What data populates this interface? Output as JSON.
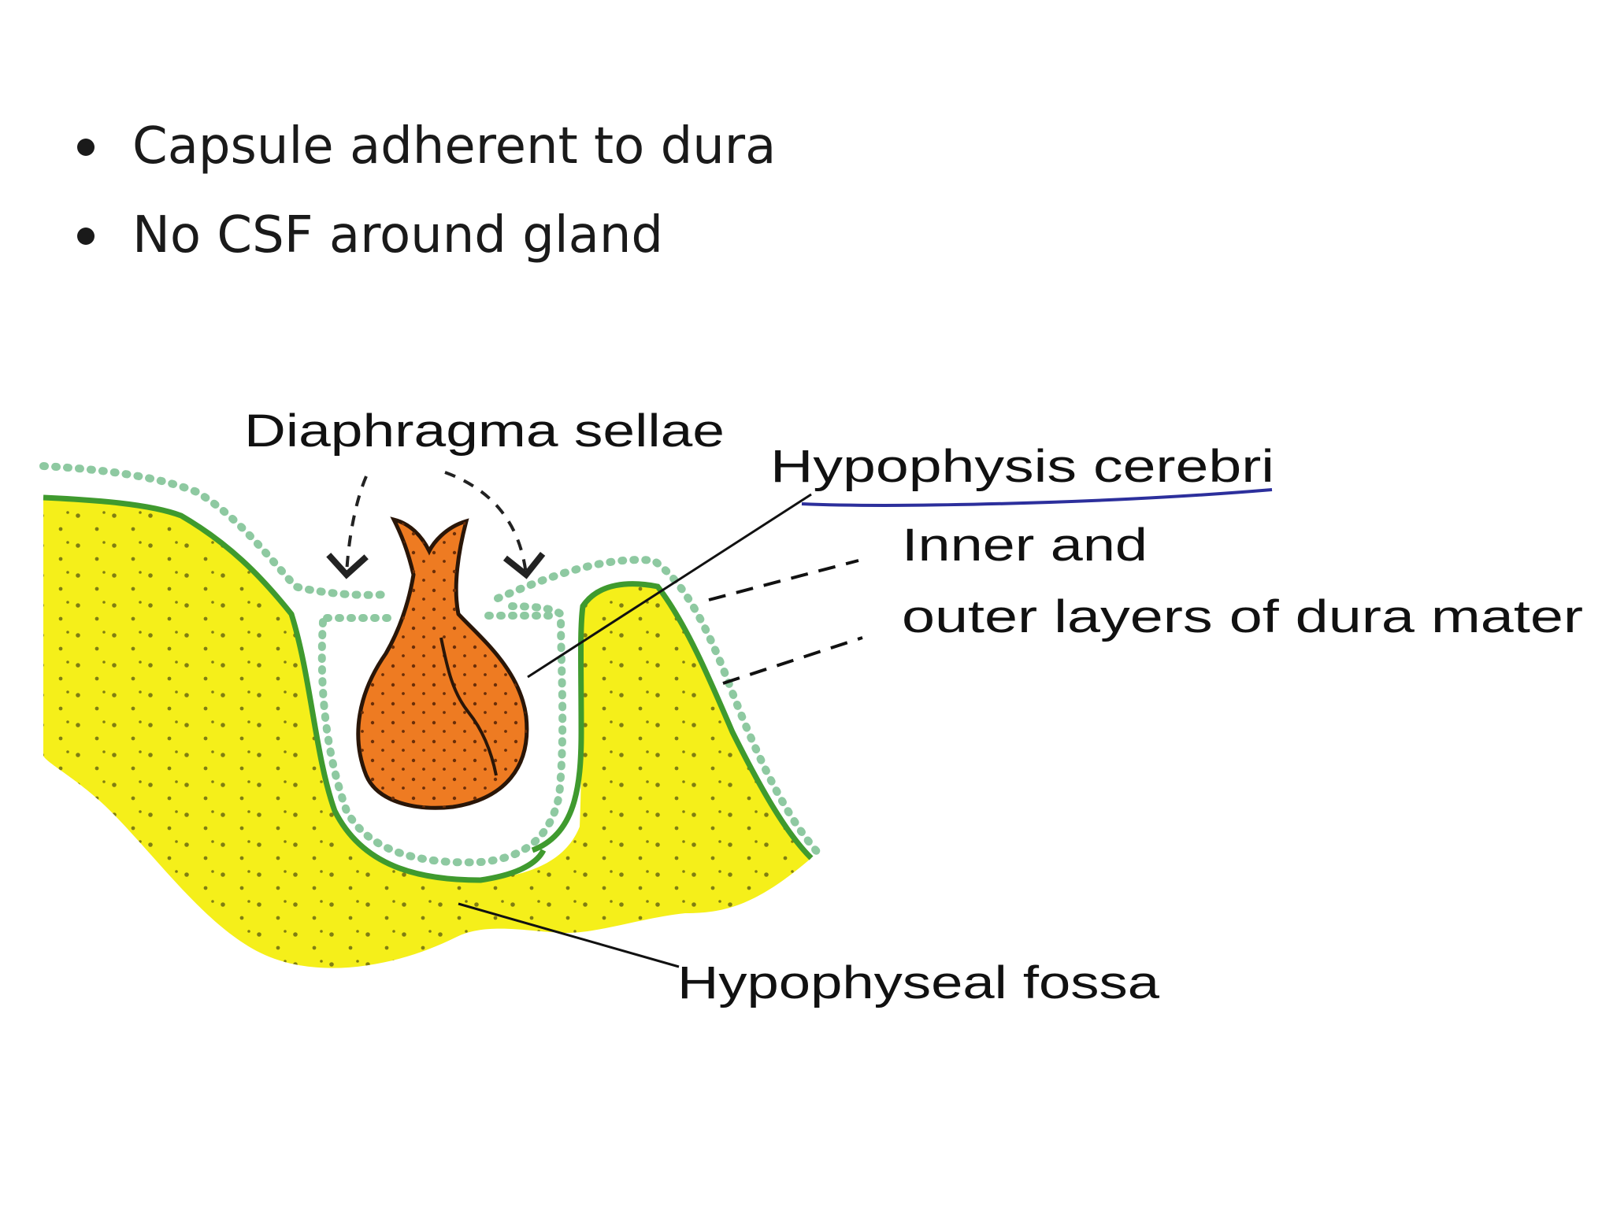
{
  "bullets": [
    {
      "text": "Capsule adherent to dura"
    },
    {
      "text": "No CSF around gland"
    }
  ],
  "labels": {
    "diaphragma": "Diaphragma sellae",
    "hypophysis": "Hypophysis cerebri",
    "inner": "Inner and",
    "outer": "outer layers of dura mater",
    "fossa": "Hypophyseal fossa"
  },
  "colors": {
    "bone": "#f5ef1a",
    "bone_dots": "#6b6a10",
    "dura": "#3f9a2e",
    "dura_dots": "#8ec9a1",
    "gland": "#ee7b22",
    "gland_outline": "#2a1608",
    "underline": "#2c2f9c"
  }
}
